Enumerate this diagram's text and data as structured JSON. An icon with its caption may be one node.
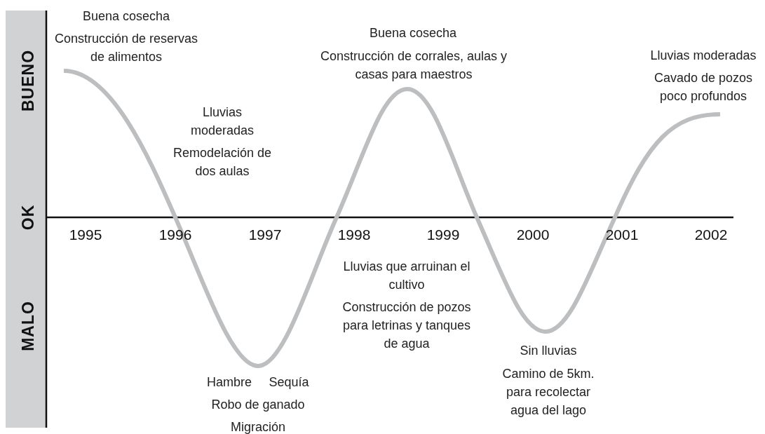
{
  "diagram": {
    "labels": [
      "BUENO",
      "OK",
      "MALO",
      "Buena cosecha",
      "Construcción de reservas de alimentos",
      "Buena cosecha",
      "Construcción de corrales, aulas y casas para maestros",
      "Lluvias moderadas",
      "Cavado de pozos poco profundos",
      "Lluvias moderadas",
      "Remodelación de dos aulas",
      "1995",
      "1996",
      "1997",
      "1998",
      "1999",
      "2000",
      "2001",
      "2002",
      "Lluvias que arruinan el cultivo",
      "Construcción de pozos para letrinas y tanques de agua",
      "Hambre",
      "Sequía",
      "Robo de ganado",
      "Migración",
      "Sin lluvias",
      "Camino de 5km. para recolectar agua del lago"
    ]
  }
}
